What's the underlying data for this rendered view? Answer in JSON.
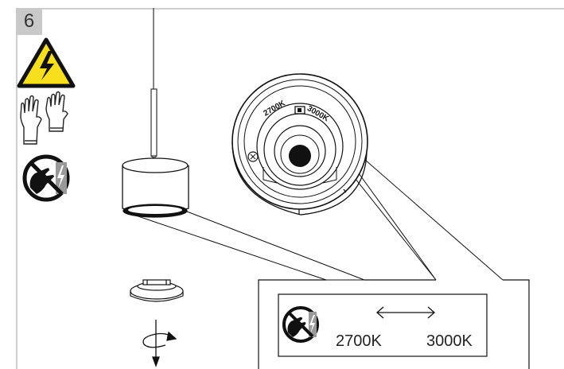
{
  "step": {
    "number": "6"
  },
  "icons": {
    "warning": "electric-shock-warning-icon",
    "gloves": "protective-gloves-icon",
    "no_touch": "do-not-touch-icon"
  },
  "lamp_dial": {
    "left_label": "2700K",
    "right_label": "3000K"
  },
  "callout": {
    "left_label": "2700K",
    "right_label": "3000K"
  },
  "colors": {
    "frame": "#cfcfcf",
    "step_box": "#c9c9c9",
    "warning_yellow": "#f7df1e",
    "ink": "#111111"
  }
}
